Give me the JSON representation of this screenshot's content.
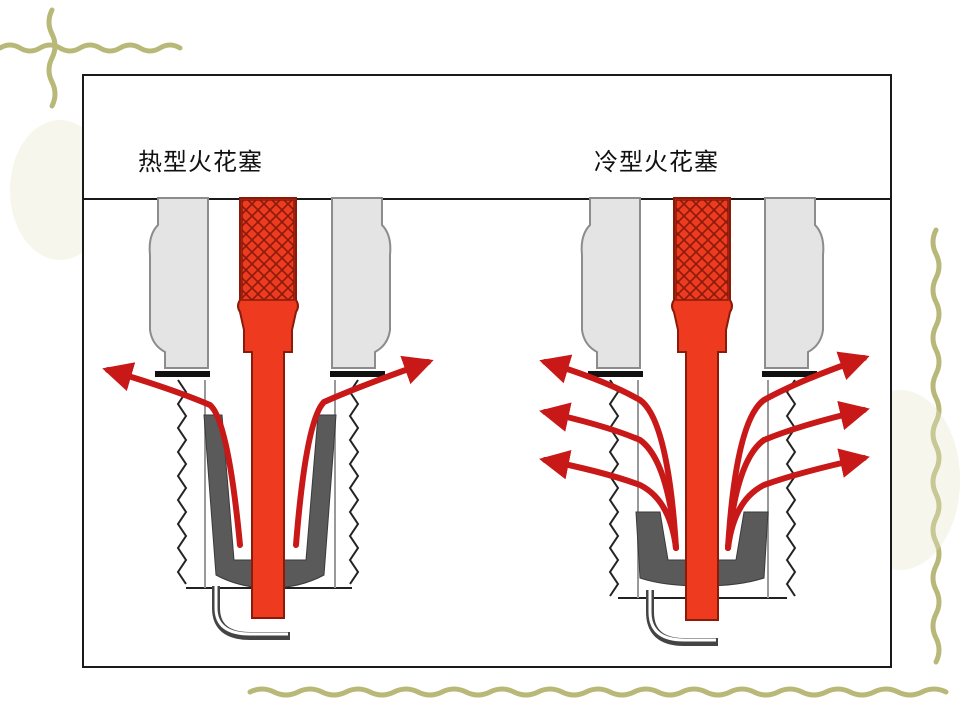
{
  "slide": {
    "hot_label": "热型火花塞",
    "cold_label": "冷型火花塞"
  },
  "colors": {
    "accent": "#ee3b1f",
    "arrow": "#c81818",
    "insulator": "#5a5a5a",
    "border": "#1a1a1a",
    "decor": "#b8b878"
  },
  "figures": [
    {
      "id": "hot-spark-plug",
      "heat_path": "long",
      "arrow_count": 2
    },
    {
      "id": "cold-spark-plug",
      "heat_path": "short",
      "arrow_count": 6
    }
  ]
}
